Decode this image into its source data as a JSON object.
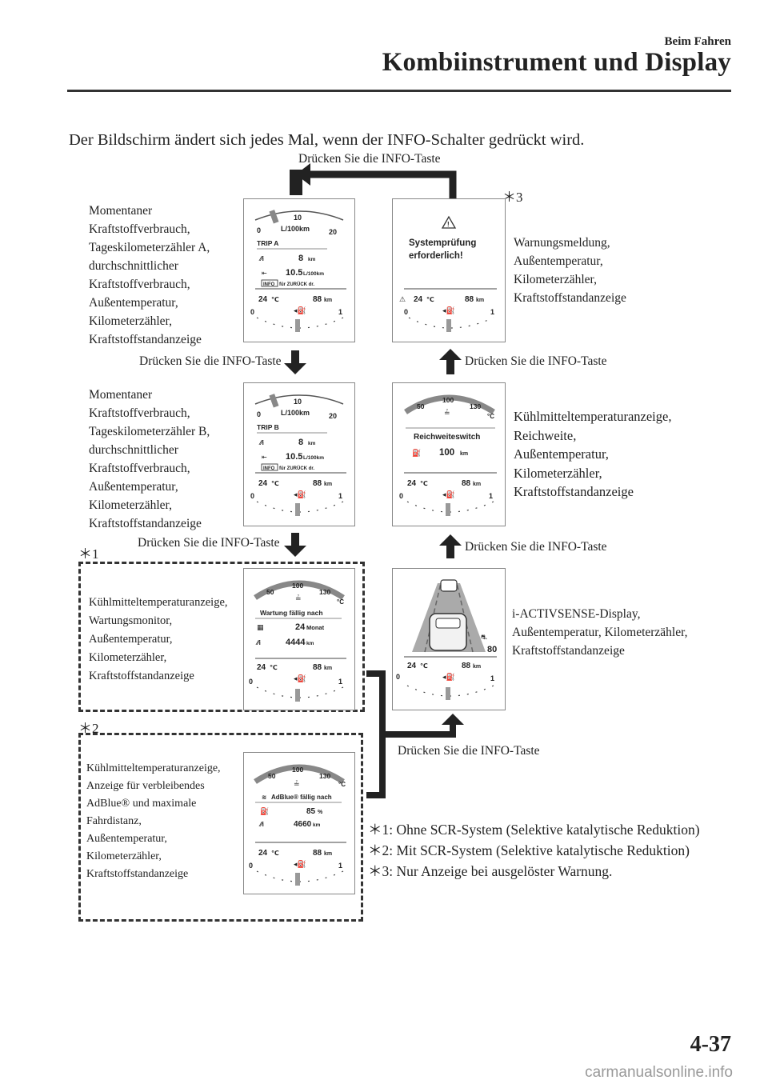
{
  "header": {
    "section": "Beim Fahren",
    "title": "Kombiinstrument und Display"
  },
  "intro": "Der Bildschirm ändert sich jedes Mal, wenn der INFO-Schalter gedrückt wird.",
  "press_label": "Drücken Sie die INFO-Taste",
  "marks": {
    "m1": "＊1",
    "m2": "＊2",
    "m3": "＊3"
  },
  "labels": {
    "trip_a": [
      "Momentaner",
      "Kraftstoffverbrauch,",
      "Tageskilometerzähler A,",
      "durchschnittlicher",
      "Kraftstoffverbrauch,",
      "Außentemperatur,",
      "Kilometerzähler,",
      "Kraftstoffstandanzeige"
    ],
    "trip_b": [
      "Momentaner",
      "Kraftstoffverbrauch,",
      "Tageskilometerzähler B,",
      "durchschnittlicher",
      "Kraftstoffverbrauch,",
      "Außentemperatur,",
      "Kilometerzähler,",
      "Kraftstoffstandanzeige"
    ],
    "warning": [
      "Warnungsmeldung,",
      "Außentemperatur,",
      "Kilometerzähler,",
      "Kraftstoffstandanzeige"
    ],
    "range": [
      "Kühlmitteltemperaturanzeige,",
      "Reichweite,",
      "Außentemperatur,",
      "Kilometerzähler,",
      "Kraftstoffstandanzeige"
    ],
    "maint": [
      "Kühlmitteltemperaturanzeige,",
      "Wartungsmonitor,",
      "Außentemperatur,",
      "Kilometerzähler,",
      "Kraftstoffstandanzeige"
    ],
    "adblue": [
      "Kühlmitteltemperaturanzeige,",
      "Anzeige für verbleibendes",
      "AdBlue® und maximale",
      "Fahrdistanz,",
      "Außentemperatur,",
      "Kilometerzähler,",
      "Kraftstoffstandanzeige"
    ],
    "iactiv": [
      "i-ACTIVSENSE-Display,",
      "Außentemperatur, Kilometerzähler,",
      "Kraftstoffstandanzeige"
    ]
  },
  "screens": {
    "common": {
      "temp": "24",
      "temp_unit": "℃",
      "odo": "88",
      "odo_unit": "km",
      "fuel_min": "0",
      "fuel_max": "1"
    },
    "trip": {
      "scale_0": "0",
      "scale_10": "10",
      "scale_20": "20",
      "unit": "L/100km",
      "trip_a": "TRIP A",
      "trip_b": "TRIP B",
      "dist": "8",
      "dist_unit": "km",
      "avg": "10.5",
      "avg_unit": "L/100km",
      "info": "INFO",
      "reset": "für ZURÜCK dr."
    },
    "warning": {
      "line1": "Systemprüfung",
      "line2": "erforderlich!"
    },
    "coolant": {
      "low": "50",
      "mid": "100",
      "high": "130",
      "unit": "°C"
    },
    "range": {
      "title": "Reichweiteswitch",
      "value": "100",
      "unit": "km"
    },
    "maint": {
      "title": "Wartung fällig nach",
      "months": "24",
      "months_unit": "Monat",
      "km": "4444",
      "km_unit": "km"
    },
    "adblue": {
      "title": "AdBlue® fällig nach",
      "pct": "85",
      "pct_unit": "%",
      "km": "4660",
      "km_unit": "km"
    },
    "iactiv": {
      "speed": "80"
    }
  },
  "notes": [
    "＊1: Ohne SCR-System (Selektive katalytische Reduktion)",
    "＊2: Mit SCR-System (Selektive katalytische Reduktion)",
    "＊3: Nur Anzeige bei ausgelöster Warnung."
  ],
  "page_number": "4-37",
  "watermark": "carmanualsonline.info"
}
